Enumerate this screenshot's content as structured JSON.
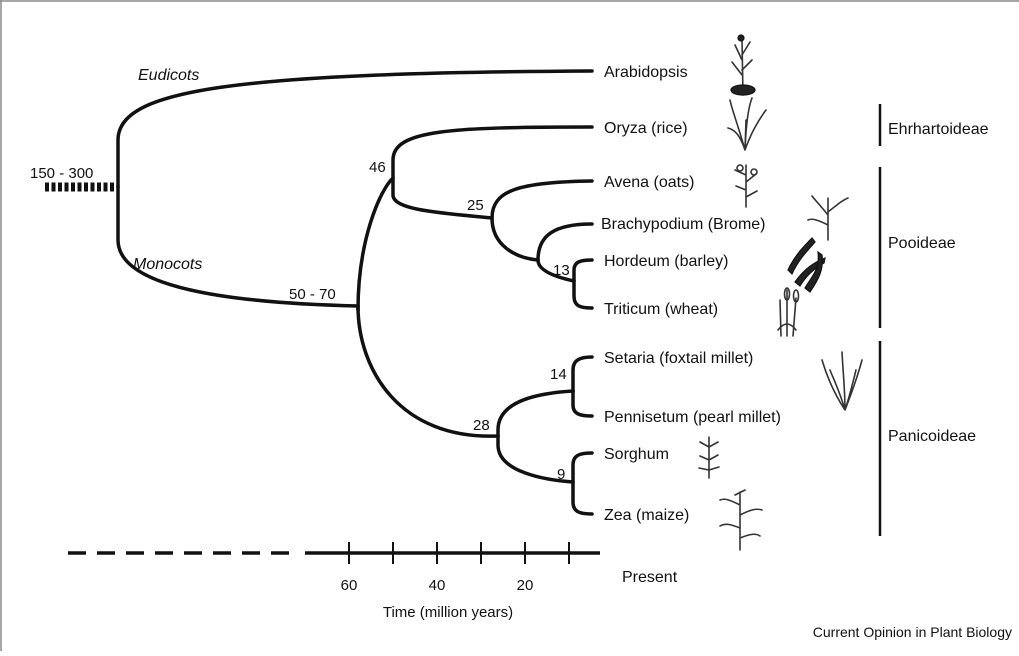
{
  "taxa": {
    "arabidopsis": "Arabidopsis",
    "oryza": "Oryza (rice)",
    "avena": "Avena (oats)",
    "brachypodium": "Brachypodium (Brome)",
    "hordeum": "Hordeum (barley)",
    "triticum": "Triticum (wheat)",
    "setaria": "Setaria (foxtail millet)",
    "pennisetum": "Pennisetum (pearl millet)",
    "sorghum": "Sorghum",
    "zea": "Zea (maize)"
  },
  "clades": {
    "eudicots": "Eudicots",
    "monocots": "Monocots"
  },
  "node_ages": {
    "root": "150 - 300",
    "monocots": "50 - 70",
    "bop": "46",
    "pooideae": "25",
    "triticeae": "13",
    "panicoideae": "28",
    "millets": "14",
    "andropogoneae": "9"
  },
  "subfamilies": {
    "ehrhartoideae": "Ehrhartoideae",
    "pooideae": "Pooideae",
    "panicoideae": "Panicoideae"
  },
  "timescale": {
    "ticks": [
      "60",
      "40",
      "20"
    ],
    "present_label": "Present",
    "title": "Time (million years)"
  },
  "credit": "Current Opinion in Plant Biology"
}
